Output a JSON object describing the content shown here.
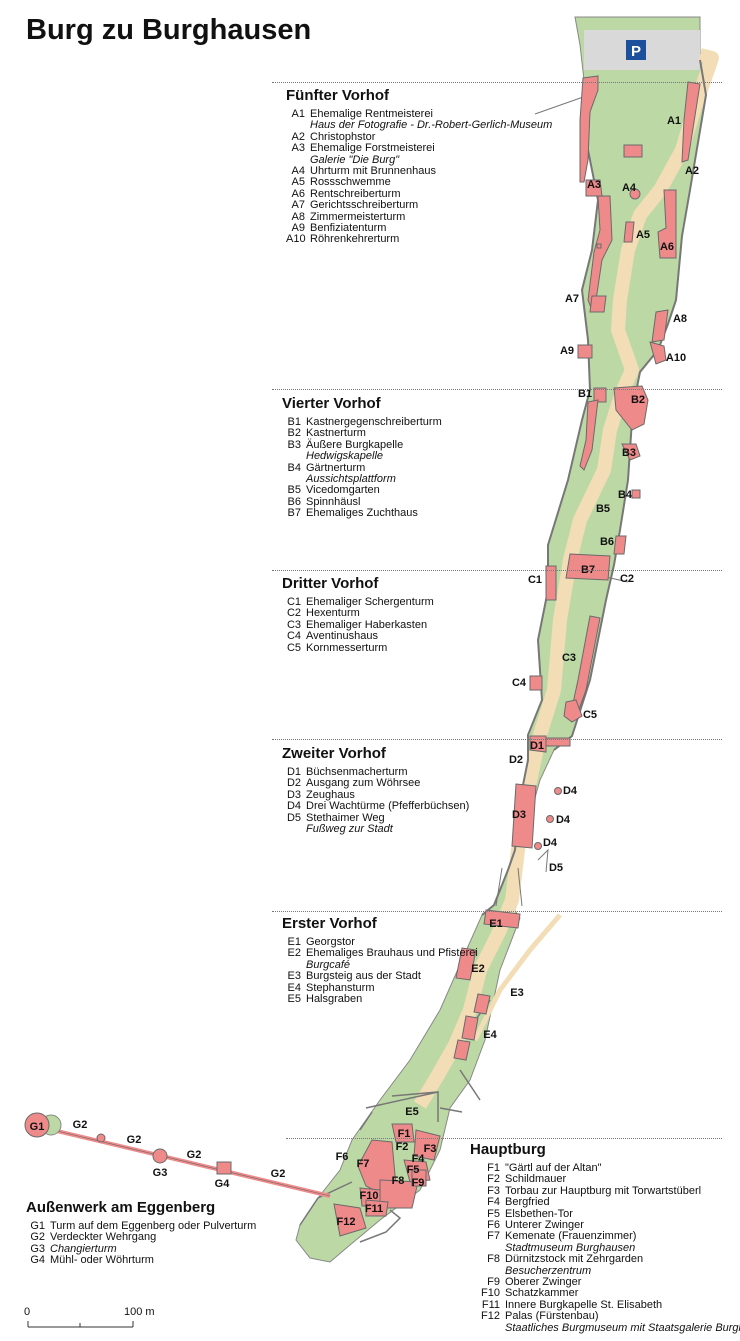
{
  "title": "Burg zu Burghausen",
  "parking_symbol": "P",
  "colors": {
    "grass": "#bcd9a5",
    "path": "#f3ddb6",
    "building": "#ef8a8a",
    "building_stroke": "#6a6a6a",
    "wall": "#777777",
    "parking": "#d9d9d9",
    "parking_sign": "#1c4f9c"
  },
  "sections": {
    "a": {
      "title": "Fünfter Vorhof",
      "items": [
        {
          "code": "A1",
          "name": "Ehemalige Rentmeisterei",
          "sub": "Haus der Fotografie - Dr.-Robert-Gerlich-Museum"
        },
        {
          "code": "A2",
          "name": "Christophstor"
        },
        {
          "code": "A3",
          "name": "Ehemalige Forstmeisterei",
          "sub": "Galerie \"Die Burg\""
        },
        {
          "code": "A4",
          "name": "Uhrturm mit Brunnenhaus"
        },
        {
          "code": "A5",
          "name": "Rossschwemme"
        },
        {
          "code": "A6",
          "name": "Rentschreiberturm"
        },
        {
          "code": "A7",
          "name": "Gerichtsschreiberturm"
        },
        {
          "code": "A8",
          "name": "Zimmermeisterturm"
        },
        {
          "code": "A9",
          "name": "Benfiziatenturm"
        },
        {
          "code": "A10",
          "name": "Röhrenkehrerturm"
        }
      ]
    },
    "b": {
      "title": "Vierter Vorhof",
      "items": [
        {
          "code": "B1",
          "name": "Kastnergegenschreiberturm"
        },
        {
          "code": "B2",
          "name": "Kastnerturm"
        },
        {
          "code": "B3",
          "name": "Äußere Burgkapelle",
          "sub": "Hedwigskapelle"
        },
        {
          "code": "B4",
          "name": "Gärtnerturm",
          "sub": "Aussichtsplattform"
        },
        {
          "code": "B5",
          "name": "Vicedomgarten"
        },
        {
          "code": "B6",
          "name": "Spinnhäusl"
        },
        {
          "code": "B7",
          "name": "Ehemaliges Zuchthaus"
        }
      ]
    },
    "c": {
      "title": "Dritter Vorhof",
      "items": [
        {
          "code": "C1",
          "name": "Ehemaliger Schergenturm"
        },
        {
          "code": "C2",
          "name": "Hexenturm"
        },
        {
          "code": "C3",
          "name": "Ehemaliger Haberkasten"
        },
        {
          "code": "C4",
          "name": "Aventinushaus"
        },
        {
          "code": "C5",
          "name": "Kornmesserturm"
        }
      ]
    },
    "d": {
      "title": "Zweiter Vorhof",
      "items": [
        {
          "code": "D1",
          "name": "Büchsenmacherturm"
        },
        {
          "code": "D2",
          "name": "Ausgang zum Wöhrsee"
        },
        {
          "code": "D3",
          "name": "Zeughaus"
        },
        {
          "code": "D4",
          "name": "Drei Wachtürme (Pfefferbüchsen)"
        },
        {
          "code": "D5",
          "name": "Stethaimer Weg",
          "sub": "Fußweg zur Stadt"
        }
      ]
    },
    "e": {
      "title": "Erster Vorhof",
      "items": [
        {
          "code": "E1",
          "name": "Georgstor"
        },
        {
          "code": "E2",
          "name": "Ehemaliges Brauhaus und Pfisterei",
          "sub": "Burgcafé"
        },
        {
          "code": "E3",
          "name": "Burgsteig aus der Stadt"
        },
        {
          "code": "E4",
          "name": "Stephansturm"
        },
        {
          "code": "E5",
          "name": "Halsgraben"
        }
      ]
    },
    "f": {
      "title": "Hauptburg",
      "items": [
        {
          "code": "F1",
          "name": "\"Gärtl auf der Altan\""
        },
        {
          "code": "F2",
          "name": "Schildmauer"
        },
        {
          "code": "F3",
          "name": "Torbau zur Hauptburg mit Torwartstüberl"
        },
        {
          "code": "F4",
          "name": "Bergfried"
        },
        {
          "code": "F5",
          "name": "Elsbethen-Tor"
        },
        {
          "code": "F6",
          "name": "Unterer Zwinger"
        },
        {
          "code": "F7",
          "name": "Kemenate (Frauenzimmer)",
          "sub": "Stadtmuseum Burghausen"
        },
        {
          "code": "F8",
          "name": "Dürnitzstock mit Zehrgarden",
          "sub": "Besucherzentrum"
        },
        {
          "code": "F9",
          "name": "Oberer Zwinger"
        },
        {
          "code": "F10",
          "name": "Schatzkammer"
        },
        {
          "code": "F11",
          "name": "Innere Burgkapelle St. Elisabeth"
        },
        {
          "code": "F12",
          "name": "Palas (Fürstenbau)",
          "sub": "Staatliches Burgmuseum mit Staatsgalerie Burghausen"
        }
      ]
    },
    "g": {
      "title": "Außenwerk am Eggenberg",
      "items": [
        {
          "code": "G1",
          "name": "Turm auf dem Eggenberg oder Pulverturm"
        },
        {
          "code": "G2",
          "name": "Verdeckter Wehrgang"
        },
        {
          "code": "G3",
          "name": "Changierturm",
          "italic": true
        },
        {
          "code": "G4",
          "name": "Mühl- oder Wöhrturm"
        }
      ]
    }
  },
  "map_labels": [
    "A1",
    "A2",
    "A3",
    "A4",
    "A5",
    "A6",
    "A7",
    "A8",
    "A9",
    "A10",
    "B1",
    "B2",
    "B3",
    "B4",
    "B5",
    "B6",
    "B7",
    "C1",
    "C2",
    "C3",
    "C4",
    "C5",
    "D1",
    "D2",
    "D3",
    "D4",
    "D4",
    "D4",
    "D5",
    "E1",
    "E2",
    "E3",
    "E4",
    "E5",
    "F1",
    "F2",
    "F3",
    "F4",
    "F5",
    "F6",
    "F7",
    "F8",
    "F9",
    "F10",
    "F11",
    "F12",
    "G1",
    "G2",
    "G2",
    "G2",
    "G2",
    "G3",
    "G4"
  ],
  "scale": {
    "zero": "0",
    "label": "100 m"
  }
}
